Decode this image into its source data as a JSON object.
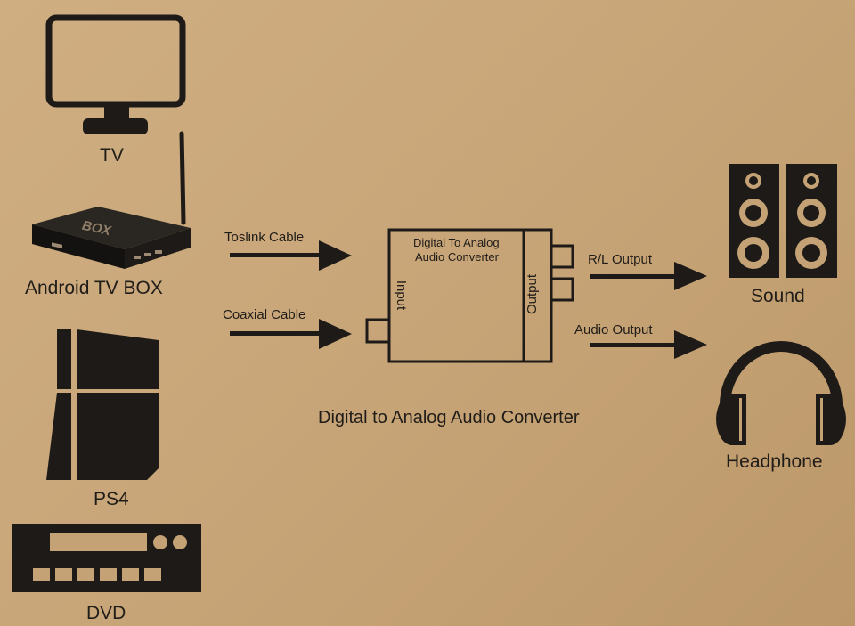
{
  "sources": {
    "tv": "TV",
    "android_box": "Android TV BOX",
    "box_text": "BOX",
    "ps4": "PS4",
    "dvd": "DVD"
  },
  "cables": {
    "toslink": "Toslink Cable",
    "coaxial": "Coaxial Cable"
  },
  "converter": {
    "box_title_line1": "Digital To Analog",
    "box_title_line2": "Audio Converter",
    "input": "Input",
    "output": "Output",
    "caption": "Digital to Analog  Audio Converter"
  },
  "outputs": {
    "rl": "R/L Output",
    "audio": "Audio Output"
  },
  "destinations": {
    "sound": "Sound",
    "headphone": "Headphone"
  },
  "colors": {
    "background": "#c9a77a",
    "ink": "#1d1a17"
  }
}
